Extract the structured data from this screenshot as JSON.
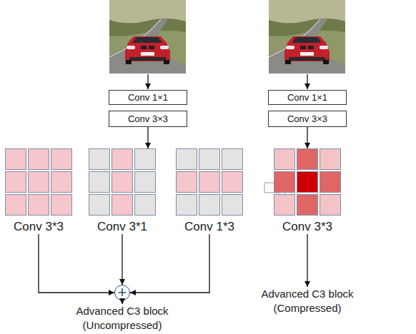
{
  "diagram": {
    "nodes": [
      {
        "text": [
          "Conv 1×1"
        ]
      },
      {
        "text": [
          "Conv 3×3"
        ]
      },
      {
        "text": [
          "Conv 3*3"
        ]
      },
      {
        "text": [
          "Conv 3*1"
        ]
      },
      {
        "text": [
          "Conv 1*3"
        ]
      },
      {
        "text": [
          "+"
        ]
      },
      {
        "text": [
          "Advanced C3 block (Uncompressed)"
        ]
      },
      {
        "text": [
          "Conv 1×1"
        ]
      },
      {
        "text": [
          "Conv 3×3"
        ]
      },
      {
        "text": [
          "Conv 3*3"
        ]
      },
      {
        "text": [
          "Advanced C3 block (Compressed)"
        ]
      }
    ],
    "edges": [
      {
        "from": 1,
        "to": 3,
        "arrow": "to"
      },
      {
        "from": 2,
        "to": 5,
        "arrow": "to"
      },
      {
        "from": 3,
        "to": 5,
        "arrow": "to"
      },
      {
        "from": 4,
        "to": 5,
        "arrow": "to"
      },
      {
        "from": 5,
        "to": 6,
        "arrow": "to"
      },
      {
        "from": 8,
        "to": 9,
        "arrow": "to"
      },
      {
        "from": 9,
        "to": 10,
        "arrow": "to"
      }
    ]
  }
}
